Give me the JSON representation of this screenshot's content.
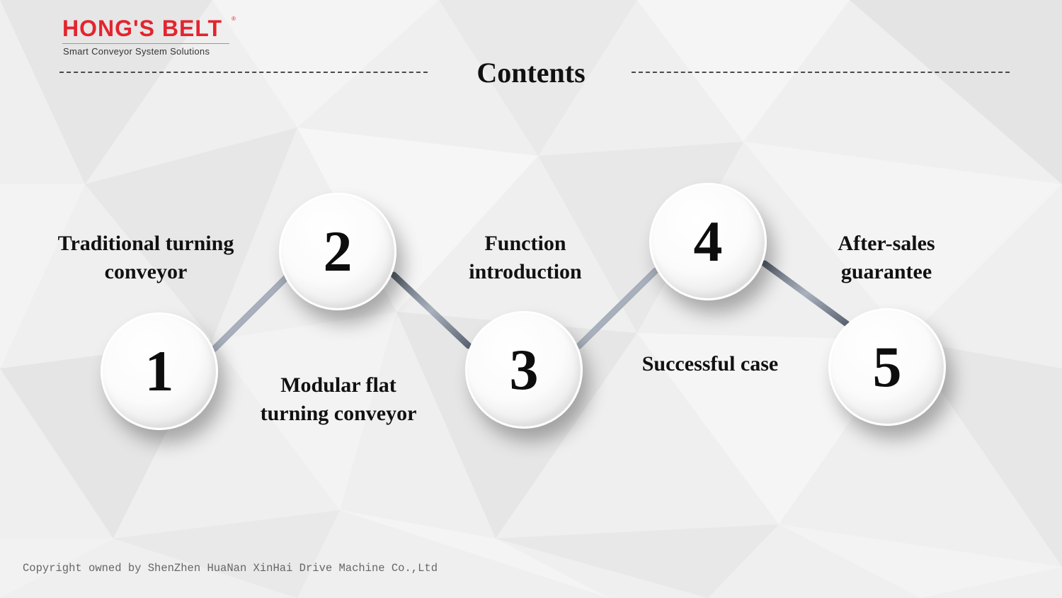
{
  "logo": {
    "brand": "HONG'S BELT",
    "registered_mark": "®",
    "tagline": "Smart Conveyor System Solutions"
  },
  "title": "Contents",
  "items": [
    {
      "number": "1",
      "label_line1": "Traditional turning",
      "label_line2": "conveyor"
    },
    {
      "number": "2",
      "label_line1": "Modular flat",
      "label_line2": "turning conveyor"
    },
    {
      "number": "3",
      "label_line1": "Function",
      "label_line2": "introduction"
    },
    {
      "number": "4",
      "label_line1": "Successful case",
      "label_line2": ""
    },
    {
      "number": "5",
      "label_line1": "After-sales",
      "label_line2": "guarantee"
    }
  ],
  "footer": "Copyright owned by ShenZhen HuaNan XinHai Drive Machine Co.,Ltd",
  "colors": {
    "brand_red": "#e4242d",
    "text": "#111111",
    "background": "#eeeeee"
  }
}
